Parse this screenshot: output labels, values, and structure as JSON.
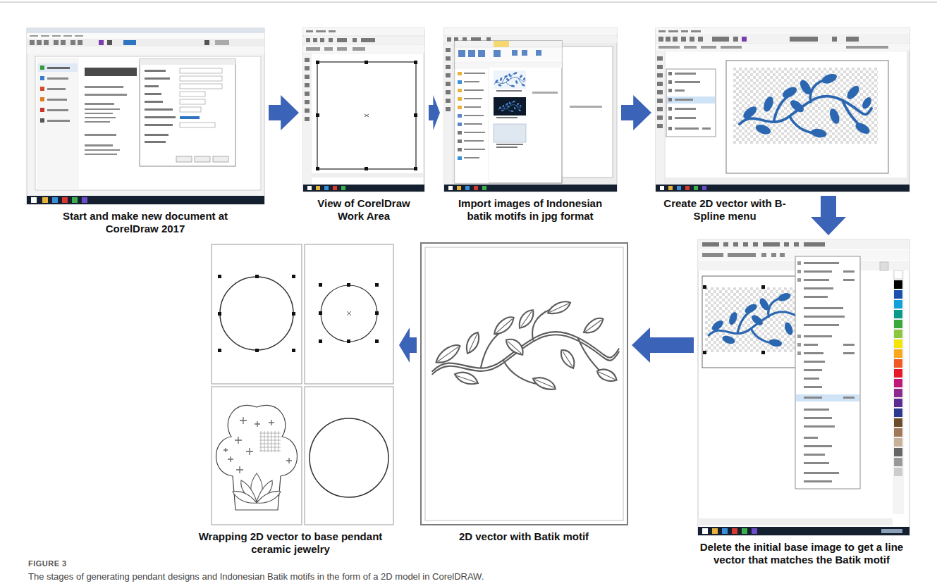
{
  "diagram": {
    "caption": "The stages of generating pendant designs and Indonesian Batik motifs in the form of a 2D model in CorelDRAW.",
    "nodes": [
      {
        "text": [
          "Start and make new document at CorelDraw 2017"
        ]
      },
      {
        "text": [
          "View of CorelDraw Work Area"
        ]
      },
      {
        "text": [
          "Import images of Indonesian batik motifs in jpg format"
        ]
      },
      {
        "text": [
          "Create 2D vector with B-Spline menu"
        ]
      },
      {
        "text": [
          "Delete the initial base image to get a line vector that matches the Batik motif"
        ]
      },
      {
        "text": [
          "2D vector with Batik motif"
        ]
      },
      {
        "text": [
          "Wrapping 2D vector to base pendant ceramic jewelry"
        ]
      }
    ],
    "edges": [
      {
        "from": 0,
        "to": 1,
        "arrow": "to"
      },
      {
        "from": 1,
        "to": 2,
        "arrow": "to"
      },
      {
        "from": 2,
        "to": 3,
        "arrow": "to"
      },
      {
        "from": 3,
        "to": 4,
        "arrow": "to"
      },
      {
        "from": 4,
        "to": 5,
        "arrow": "to"
      },
      {
        "from": 5,
        "to": 6,
        "arrow": "to"
      }
    ],
    "labels": [
      "FIGURE 3"
    ]
  }
}
